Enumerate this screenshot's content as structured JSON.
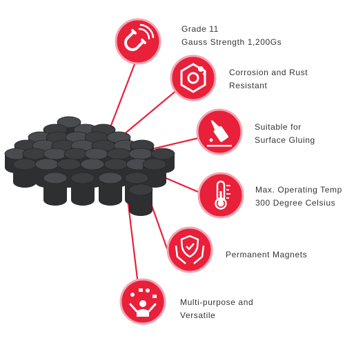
{
  "theme": {
    "accent": "#e8203a",
    "icon_fill": "#ffffff",
    "magnet": "#3c3d3f",
    "text": "#333333"
  },
  "product": {
    "name": "ceramic-disc-magnets-stack"
  },
  "features": [
    {
      "icon": "horseshoe-magnet-icon",
      "lines": [
        "Grade 11",
        "Gauss Strength 1,200Gs"
      ]
    },
    {
      "icon": "hex-nut-icon",
      "lines": [
        "Corrosion and Rust",
        "Resistant"
      ]
    },
    {
      "icon": "glue-bottle-icon",
      "lines": [
        "Suitable for",
        "Surface Gluing"
      ]
    },
    {
      "icon": "thermometer-icon",
      "lines": [
        "Max. Operating Temp",
        "300 Degree Celsius"
      ]
    },
    {
      "icon": "shield-hands-icon",
      "lines": [
        "Permanent Magnets"
      ]
    },
    {
      "icon": "multipurpose-person-icon",
      "lines": [
        "Multi-purpose and",
        "Versatile"
      ]
    }
  ]
}
